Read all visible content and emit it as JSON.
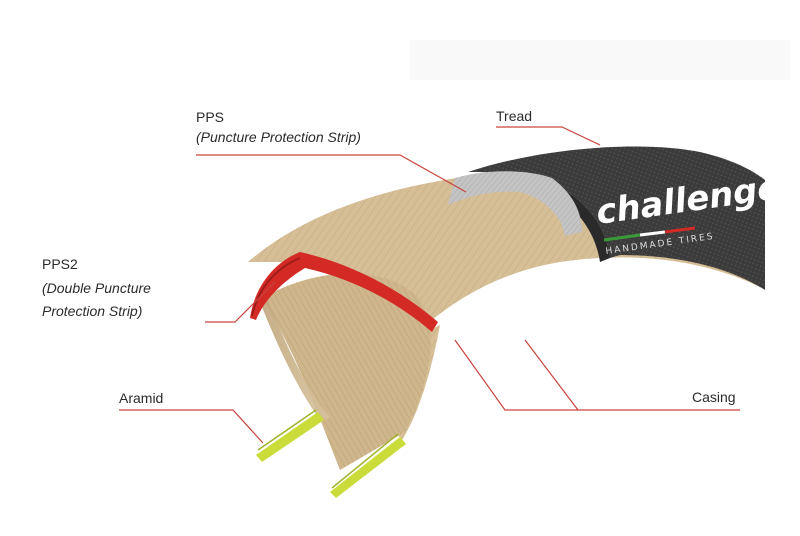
{
  "labels": {
    "pps": {
      "name": "PPS",
      "desc": "(Puncture Protection Strip)"
    },
    "tread": {
      "name": "Tread"
    },
    "pps2": {
      "name": "PPS2",
      "desc_line1": "(Double Puncture",
      "desc_line2": "Protection Strip)"
    },
    "aramid": {
      "name": "Aramid"
    },
    "casing": {
      "name": "Casing"
    }
  },
  "brand": {
    "logo_text": "challenge",
    "tagline": "HANDMADE TIRES"
  },
  "colors": {
    "leader_line": "#c9433f",
    "casing": "#d7c19b",
    "tread": "#3a3a3a",
    "pps": "#c2c2c2",
    "pps2": "#d42a26",
    "aramid": "#c9dc3a",
    "text": "#2b2b2b"
  }
}
